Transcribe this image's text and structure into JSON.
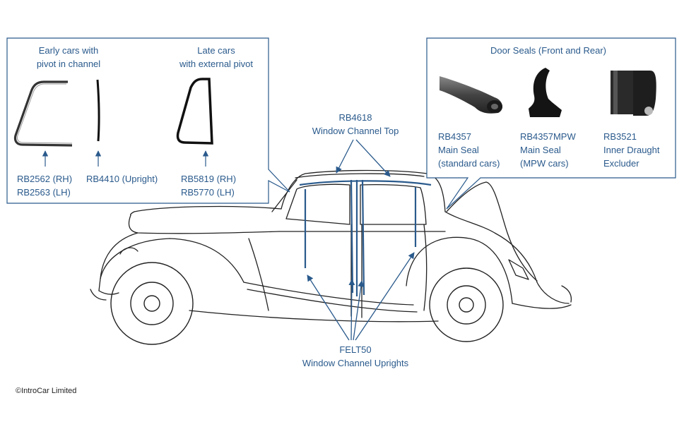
{
  "left_panel": {
    "early_heading": [
      "Early cars with",
      "pivot in channel"
    ],
    "late_heading": [
      "Late cars",
      "with external pivot"
    ],
    "part_rb2562": [
      "RB2562 (RH)",
      "RB2563 (LH)"
    ],
    "part_rb4410": "RB4410 (Upright)",
    "part_rb5819": [
      "RB5819 (RH)",
      "RB5770 (LH)"
    ]
  },
  "right_panel": {
    "heading": "Door Seals (Front and Rear)",
    "seals": [
      {
        "lines": [
          "RB4357",
          "Main Seal",
          "(standard cars)"
        ]
      },
      {
        "lines": [
          "RB4357MPW",
          "Main Seal",
          "(MPW cars)"
        ]
      },
      {
        "lines": [
          "RB3521",
          "Inner Draught",
          "Excluder"
        ]
      }
    ]
  },
  "callout_top": [
    "RB4618",
    "Window Channel Top"
  ],
  "callout_bottom": [
    "FELT50",
    "Window Channel Uprights"
  ],
  "copyright": "©IntroCar Limited",
  "colors": {
    "accent": "#2a5a8c",
    "panel_border": "#2a5a8c",
    "car_line": "#222222"
  }
}
